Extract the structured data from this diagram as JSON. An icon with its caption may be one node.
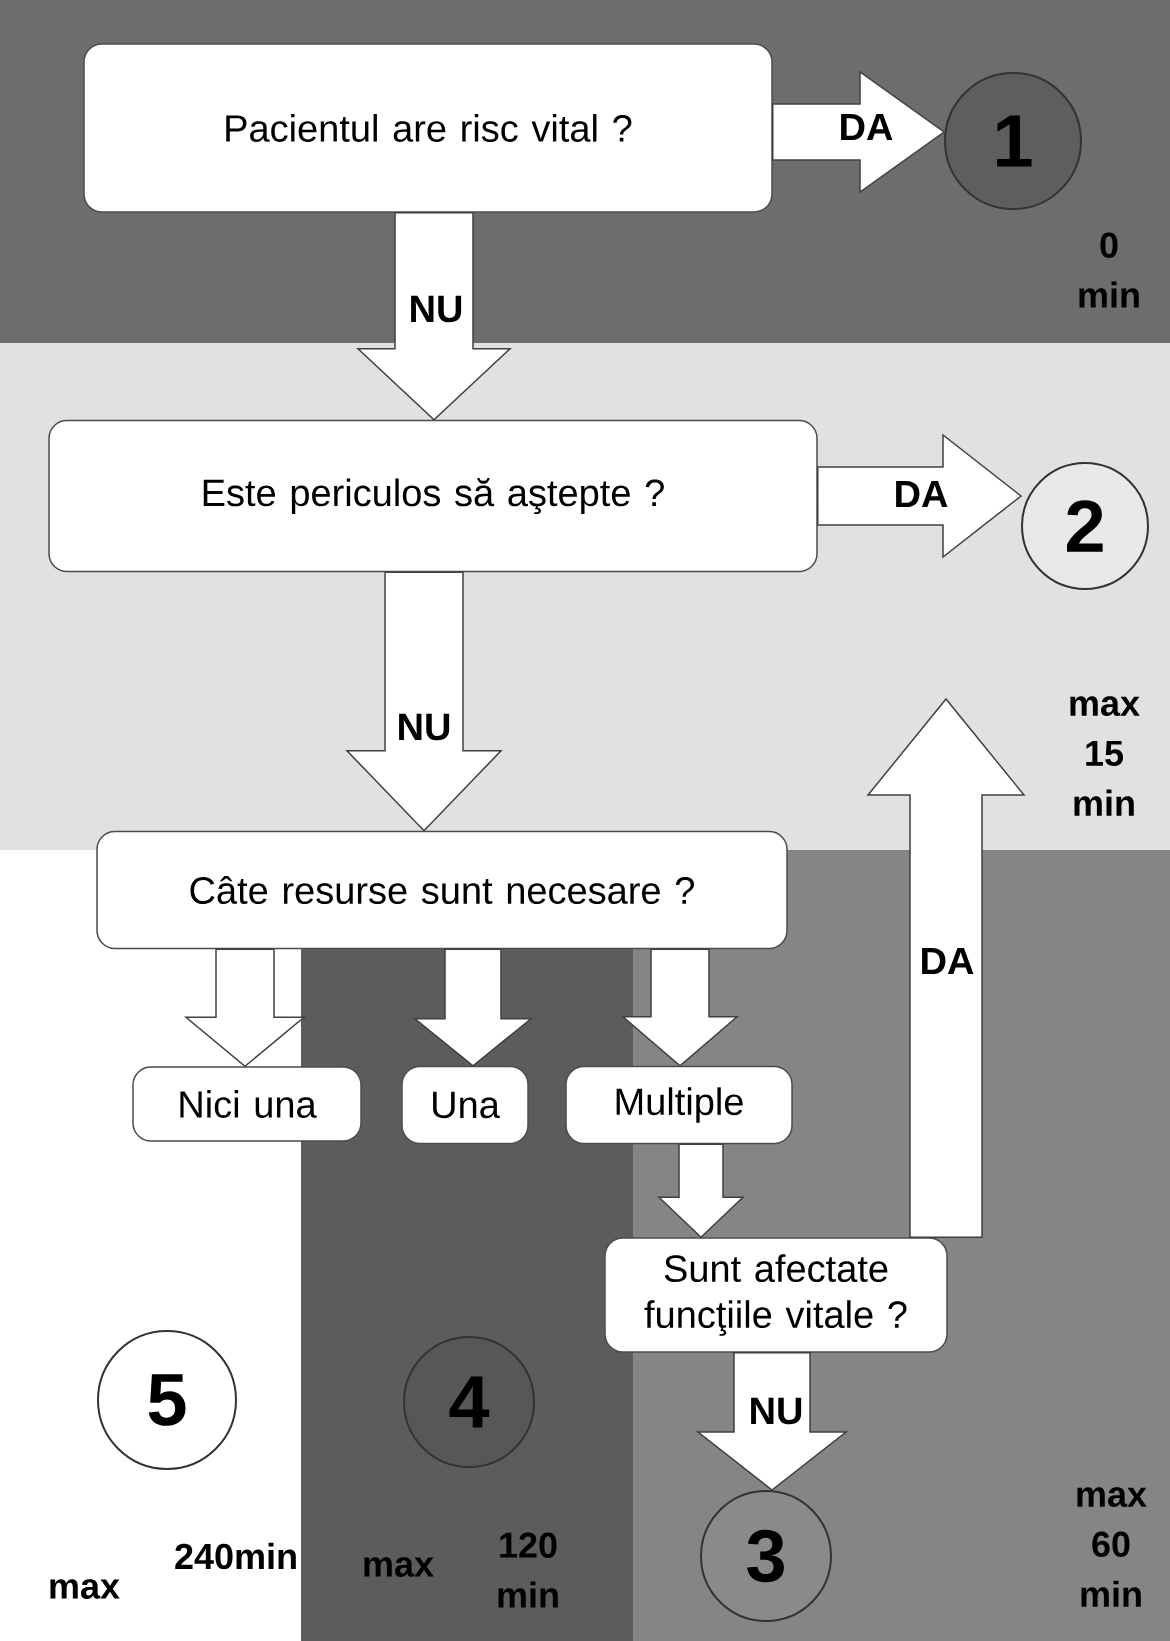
{
  "diagram": {
    "nodes": [
      {
        "text": [
          "Pacientul are risc vital ?"
        ]
      },
      {
        "text": [
          "1"
        ],
        "beside": [
          "0 min"
        ]
      },
      {
        "text": [
          "Este periculos să aştepte ?"
        ]
      },
      {
        "text": [
          "2"
        ],
        "beside": [
          "max 15 min"
        ]
      },
      {
        "text": [
          "Câte resurse sunt necesare ?"
        ]
      },
      {
        "text": [
          "Nici una"
        ]
      },
      {
        "text": [
          "Una"
        ]
      },
      {
        "text": [
          "Multiple"
        ]
      },
      {
        "text": [
          "Sunt afectate funcţiile vitale ?"
        ]
      },
      {
        "text": [
          "3"
        ]
      },
      {
        "text": [
          "4"
        ],
        "beside": [
          "max",
          "120 min"
        ]
      },
      {
        "text": [
          "5"
        ],
        "beside": [
          "max",
          "240min"
        ]
      }
    ],
    "edges": [
      {
        "from": 0,
        "to": 1,
        "arrow": "to",
        "label": "DA"
      },
      {
        "from": 0,
        "to": 2,
        "arrow": "to",
        "label": "NU"
      },
      {
        "from": 2,
        "to": 3,
        "arrow": "to",
        "label": "DA"
      },
      {
        "from": 2,
        "to": 4,
        "arrow": "to",
        "label": "NU"
      },
      {
        "from": 4,
        "to": 5,
        "arrow": "to"
      },
      {
        "from": 4,
        "to": 6,
        "arrow": "to"
      },
      {
        "from": 4,
        "to": 7,
        "arrow": "to"
      },
      {
        "from": 7,
        "to": 8,
        "arrow": "to"
      },
      {
        "from": 8,
        "to": 9,
        "arrow": "to",
        "label": "NU"
      },
      {
        "from": 8,
        "to": 3,
        "arrow": "to",
        "label": "DA"
      }
    ],
    "labels": [
      "max 60 min"
    ]
  }
}
